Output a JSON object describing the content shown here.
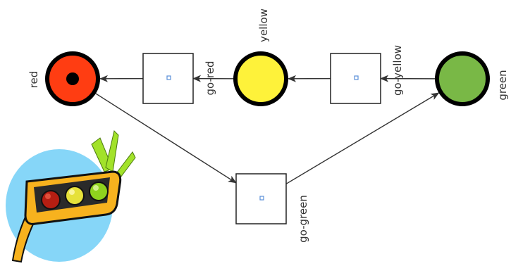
{
  "places": [
    {
      "id": "red",
      "label": "red",
      "color": "#FF3D12",
      "token": true
    },
    {
      "id": "yellow",
      "label": "yellow",
      "color": "#FEF23A",
      "token": false
    },
    {
      "id": "green",
      "label": "green",
      "color": "#79B846",
      "token": false
    }
  ],
  "transitions": [
    {
      "id": "go-red",
      "label": "go-red"
    },
    {
      "id": "go-yellow",
      "label": "go-yellow"
    },
    {
      "id": "go-green",
      "label": "go-green"
    }
  ],
  "arcs": [
    {
      "from": "green",
      "to": "go-yellow"
    },
    {
      "from": "go-yellow",
      "to": "yellow"
    },
    {
      "from": "yellow",
      "to": "go-red"
    },
    {
      "from": "go-red",
      "to": "red"
    },
    {
      "from": "red",
      "to": "go-green"
    },
    {
      "from": "go-green",
      "to": "green"
    }
  ],
  "colors": {
    "place_outline": "#000000",
    "transition_outline": "#222222",
    "transition_marker": "#5B8FD8",
    "arc": "#333333",
    "clipart_backdrop": "#86D6F8",
    "clipart_body": "#F7B21E",
    "clipart_rays": "#A2E22A"
  },
  "clipart": {
    "icon": "traffic-light-clipart-icon"
  }
}
